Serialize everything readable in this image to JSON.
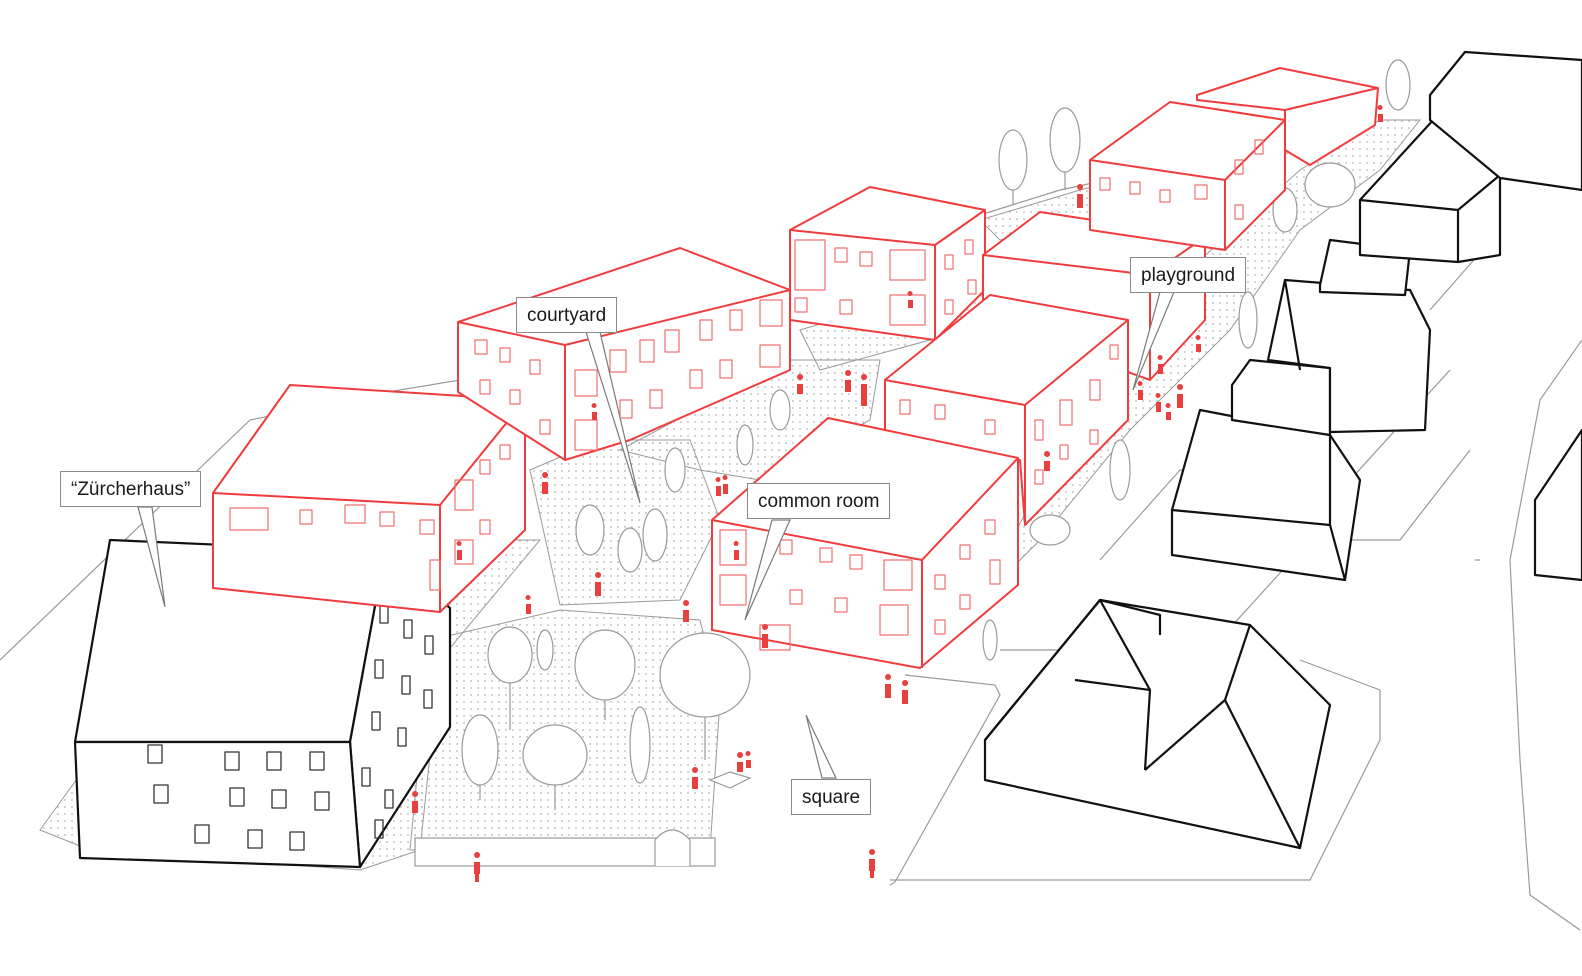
{
  "labels": {
    "zurcherhaus": "“Zürcherhaus”",
    "courtyard": "courtyard",
    "common_room": "common room",
    "playground": "playground",
    "square": "square"
  },
  "colors": {
    "new_buildings": "#f03c3c",
    "existing_buildings": "#111111",
    "context": "#9a9a9a",
    "people": "#e8403f",
    "paving_dots": "#b0b0b0"
  }
}
